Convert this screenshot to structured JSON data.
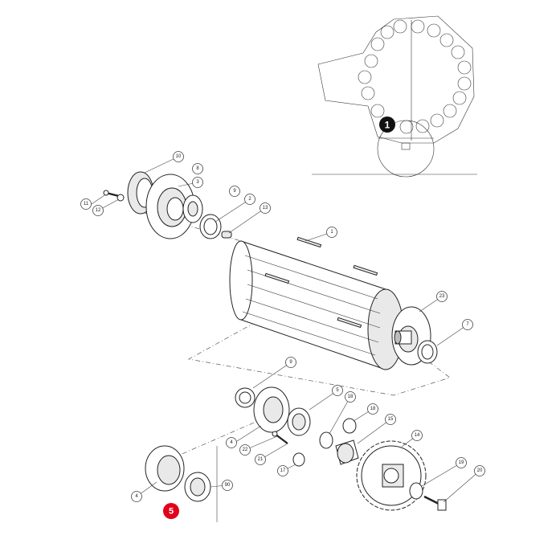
{
  "inset_badge": {
    "label": "1",
    "color": "#111111"
  },
  "highlight_badge": {
    "label": "5",
    "color": "#e2001a"
  },
  "callouts": [
    "1",
    "2",
    "3",
    "4",
    "4",
    "4",
    "5",
    "7",
    "8",
    "9",
    "9",
    "10",
    "11",
    "12",
    "13",
    "14",
    "15",
    "17",
    "18",
    "18",
    "19",
    "20",
    "21",
    "22",
    "23",
    "90"
  ]
}
